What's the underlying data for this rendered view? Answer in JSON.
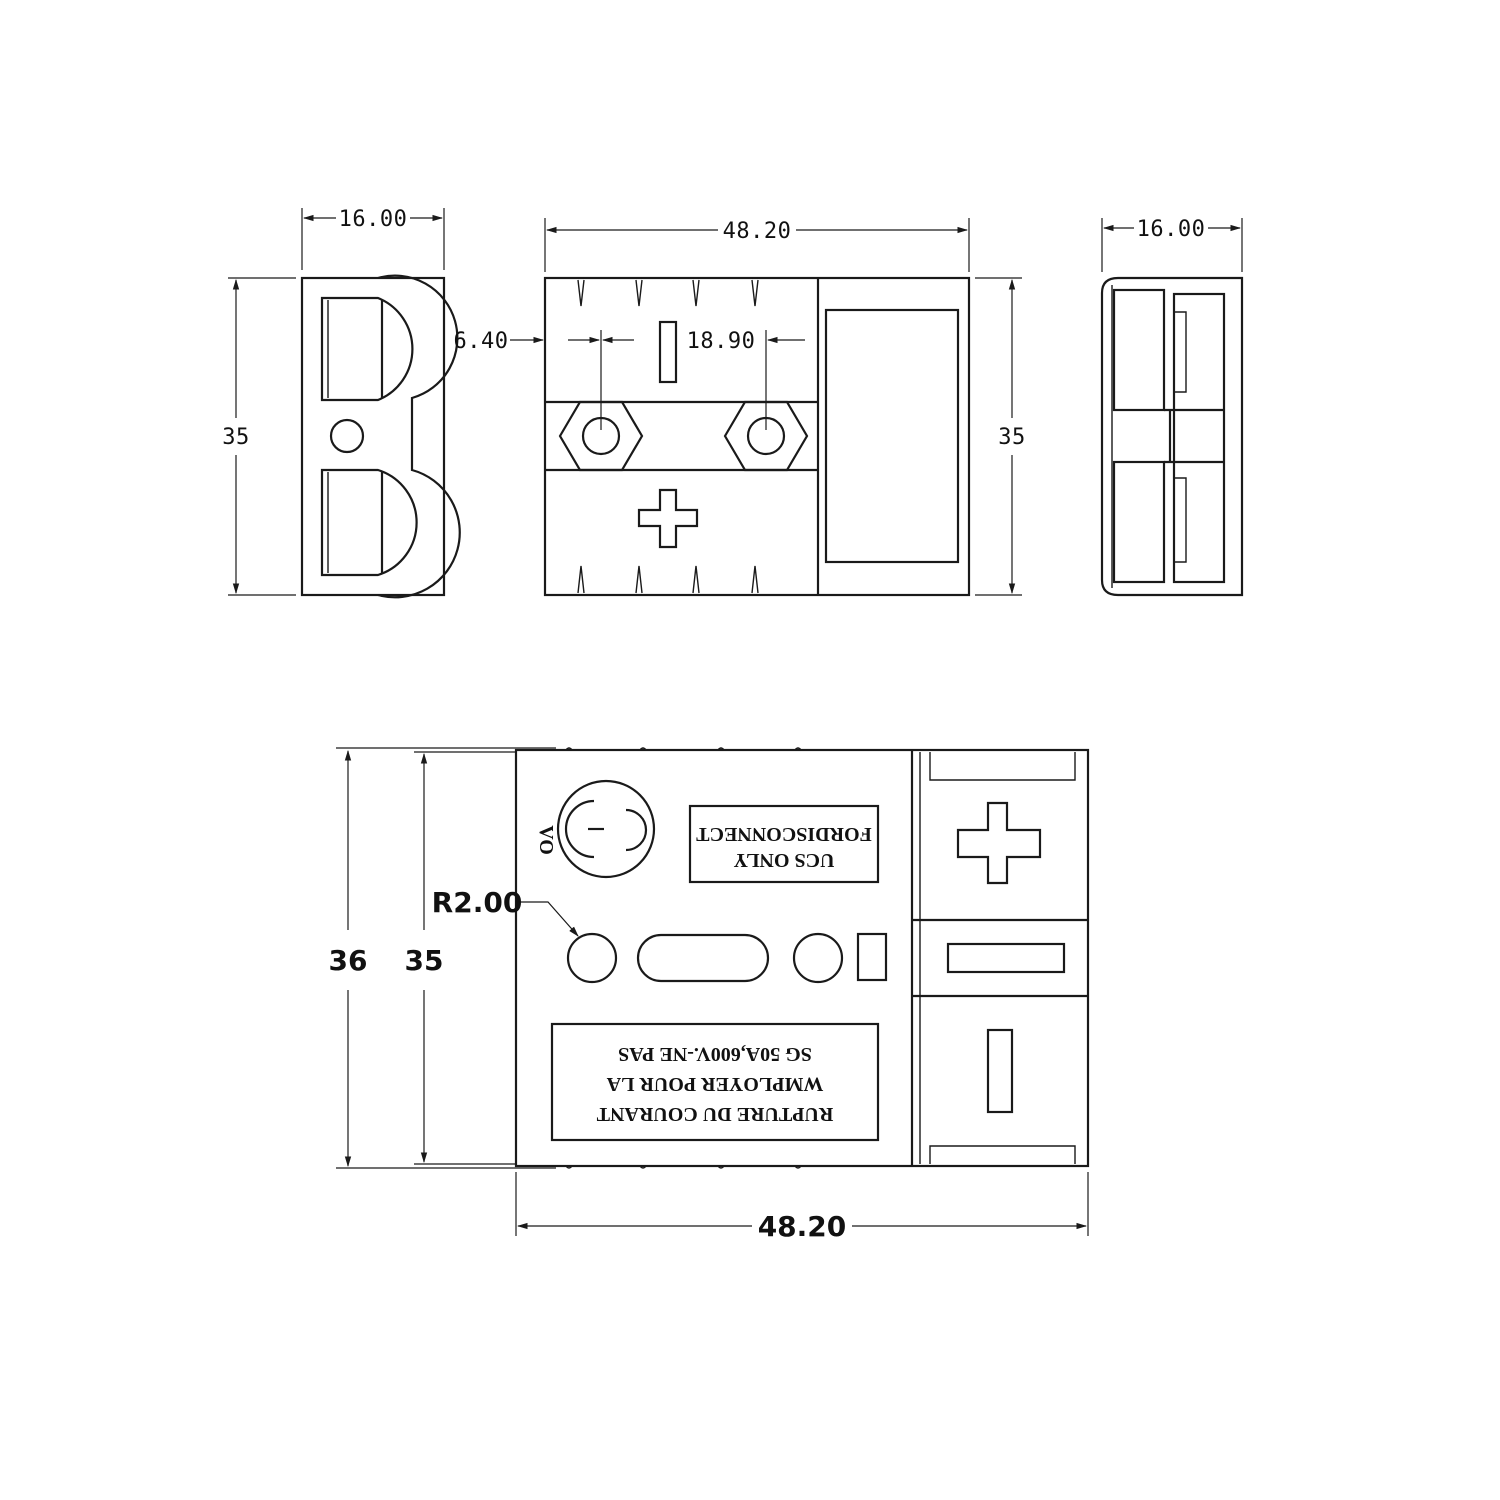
{
  "dimensions": {
    "side_left_width": "16.00",
    "side_left_height": "35",
    "front_width": "48.20",
    "front_pin_offset": "6.40",
    "front_pin_spacing": "18.90",
    "front_height": "35",
    "side_right_width": "16.00",
    "bottom_outer_height": "36",
    "bottom_inner_height": "35",
    "bottom_radius": "R2.00",
    "bottom_width": "48.20"
  },
  "labels": {
    "mark_vo": "VO",
    "plate_top_line1": "UCS ONLY",
    "plate_top_line2": "FORDISCONNECT",
    "plate_bottom_line1": "RUPTURE DU COURANT",
    "plate_bottom_line2": "WMPLOYER POUR LA",
    "plate_bottom_line3": "SG   50A,600V.-NE   PAS"
  }
}
